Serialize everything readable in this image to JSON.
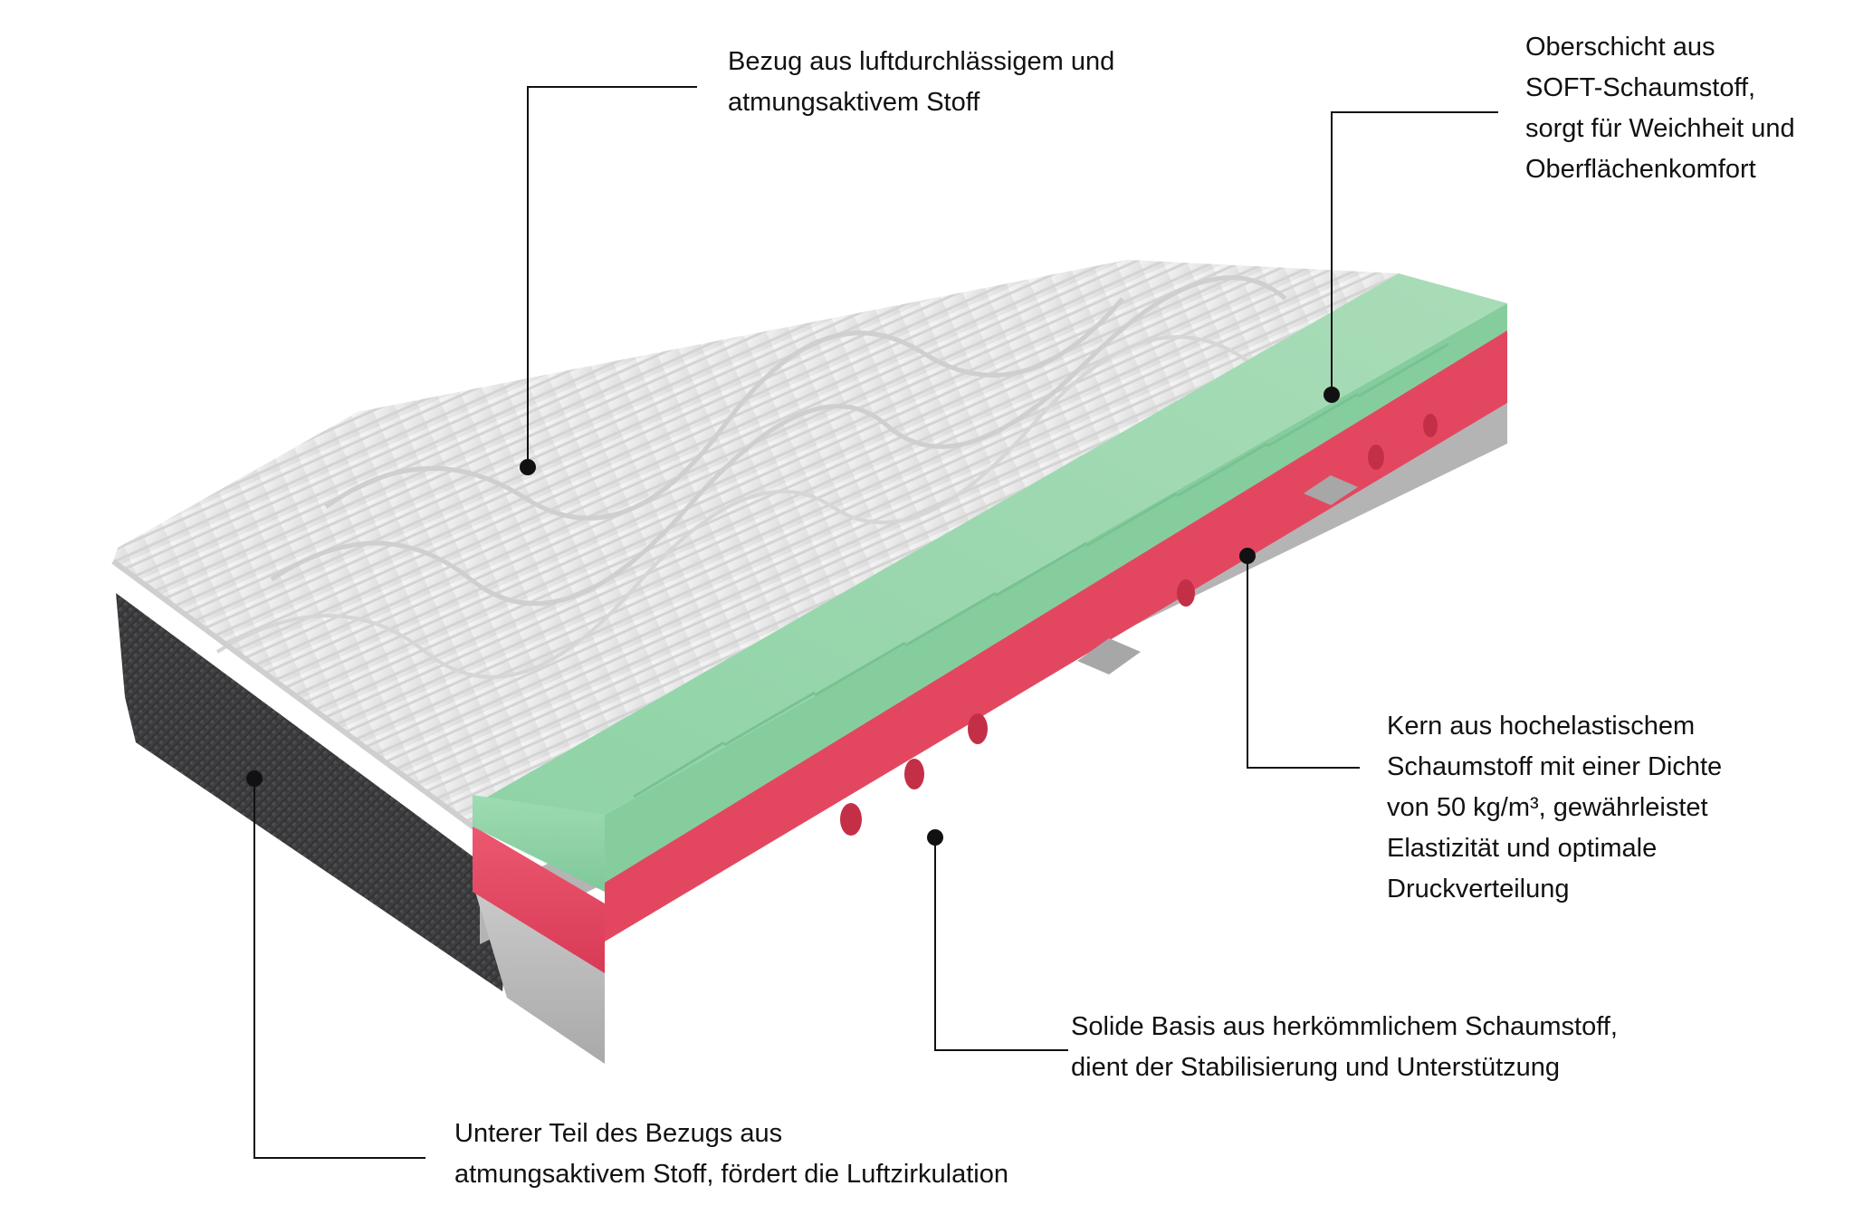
{
  "labels": {
    "cover": {
      "line1": "Bezug aus luftdurchlässigem und",
      "line2": "atmungsaktivem Stoff"
    },
    "top_layer": {
      "line1": "Oberschicht aus",
      "line2": "SOFT-Schaumstoff,",
      "line3": "sorgt für Weichheit und",
      "line4": "Oberflächenkomfort"
    },
    "core": {
      "line1": "Kern aus hochelastischem",
      "line2": "Schaumstoff mit einer Dichte",
      "line3": "von 50 kg/m³, gewährleistet",
      "line4": "Elastizität und optimale",
      "line5": "Druckverteilung"
    },
    "base": {
      "line1": "Solide Basis aus herkömmlichem Schaumstoff,",
      "line2": "dient der Stabilisierung und Unterstützung"
    },
    "bottom_cover": {
      "line1": "Unterer Teil des Bezugs aus",
      "line2": "atmungsaktivem Stoff, fördert die Luftzirkulation"
    }
  },
  "colors": {
    "cover_top": "#ececec",
    "cover_side": "#444446",
    "soft_foam": "#8fd3a6",
    "core_foam": "#e84a62",
    "base_foam": "#bdbdbd",
    "callout_line": "#111111"
  }
}
